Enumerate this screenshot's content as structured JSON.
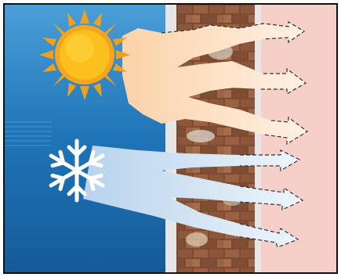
{
  "figure": {
    "panels": [
      {
        "name": "outdoor-sky",
        "color": "#1c6fb2"
      },
      {
        "name": "wall",
        "color": "#8a5a3c"
      },
      {
        "name": "indoor-room",
        "color": "#f6cfc8"
      }
    ],
    "icons": [
      "sun-icon",
      "snowflake-icon"
    ],
    "flows": [
      {
        "name": "heat-flow",
        "color": "#f9d6b0",
        "arrows": 3
      },
      {
        "name": "cold-flow",
        "color": "#d4e6f4",
        "arrows": 3
      }
    ]
  }
}
